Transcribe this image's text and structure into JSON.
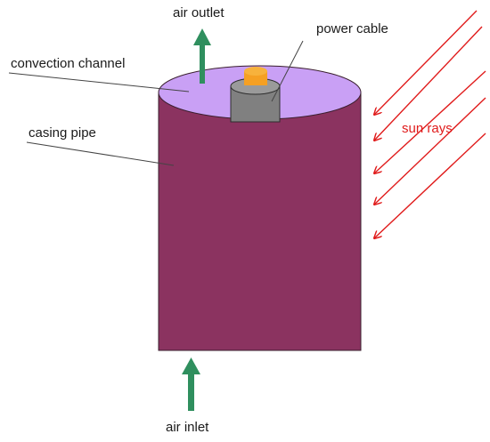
{
  "labels": {
    "air_outlet": "air outlet",
    "power_cable": "power cable",
    "convection_channel": "convection channel",
    "casing_pipe": "casing pipe",
    "sun_rays": "sun rays",
    "air_inlet": "air inlet"
  },
  "colors": {
    "casing_body": "#8b3360",
    "channel_top": "#c9a0f5",
    "cable_sheath": "#808080",
    "cable_core": "#f5a023",
    "air_arrow": "#2f8f5e",
    "sun_ray": "#e01b1b",
    "sun_label": "#e01b1b",
    "leader_line": "#444444"
  },
  "icons": {
    "outlet_arrow": "arrow-up-icon",
    "inlet_arrow": "arrow-up-icon",
    "sun_rays": "arrow-down-left-icon"
  }
}
